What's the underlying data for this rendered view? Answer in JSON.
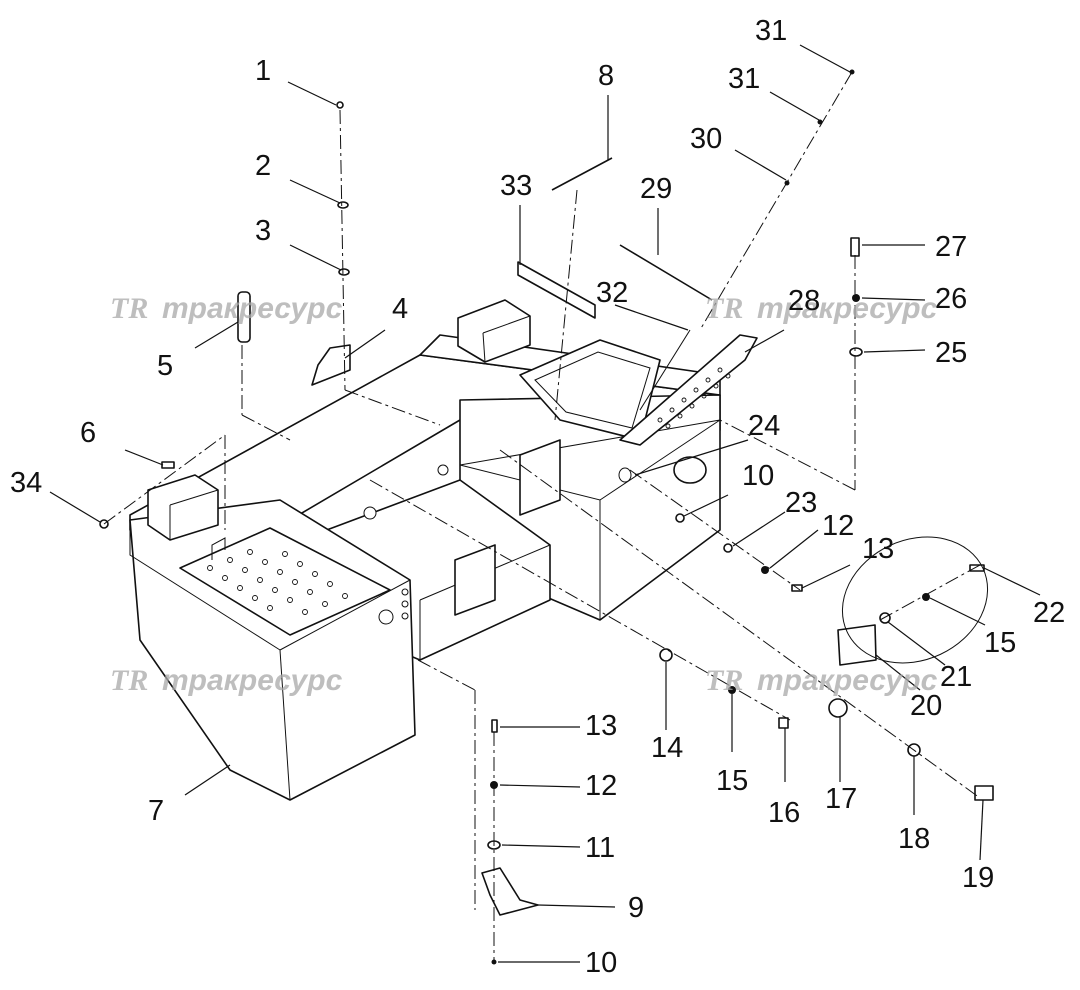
{
  "watermark": {
    "text": "тракресурс",
    "logo": "TR"
  },
  "callouts": {
    "c1": "1",
    "c2": "2",
    "c3": "3",
    "c4": "4",
    "c5": "5",
    "c6": "6",
    "c7": "7",
    "c8": "8",
    "c9": "9",
    "c10a": "10",
    "c10b": "10",
    "c11": "11",
    "c12a": "12",
    "c12b": "12",
    "c13a": "13",
    "c13b": "13",
    "c14": "14",
    "c15a": "15",
    "c15b": "15",
    "c16": "16",
    "c17": "17",
    "c18": "18",
    "c19": "19",
    "c20": "20",
    "c21": "21",
    "c22": "22",
    "c23": "23",
    "c24": "24",
    "c25": "25",
    "c26": "26",
    "c27": "27",
    "c28": "28",
    "c29": "29",
    "c30": "30",
    "c31a": "31",
    "c31b": "31",
    "c32": "32",
    "c33": "33",
    "c34": "34"
  }
}
